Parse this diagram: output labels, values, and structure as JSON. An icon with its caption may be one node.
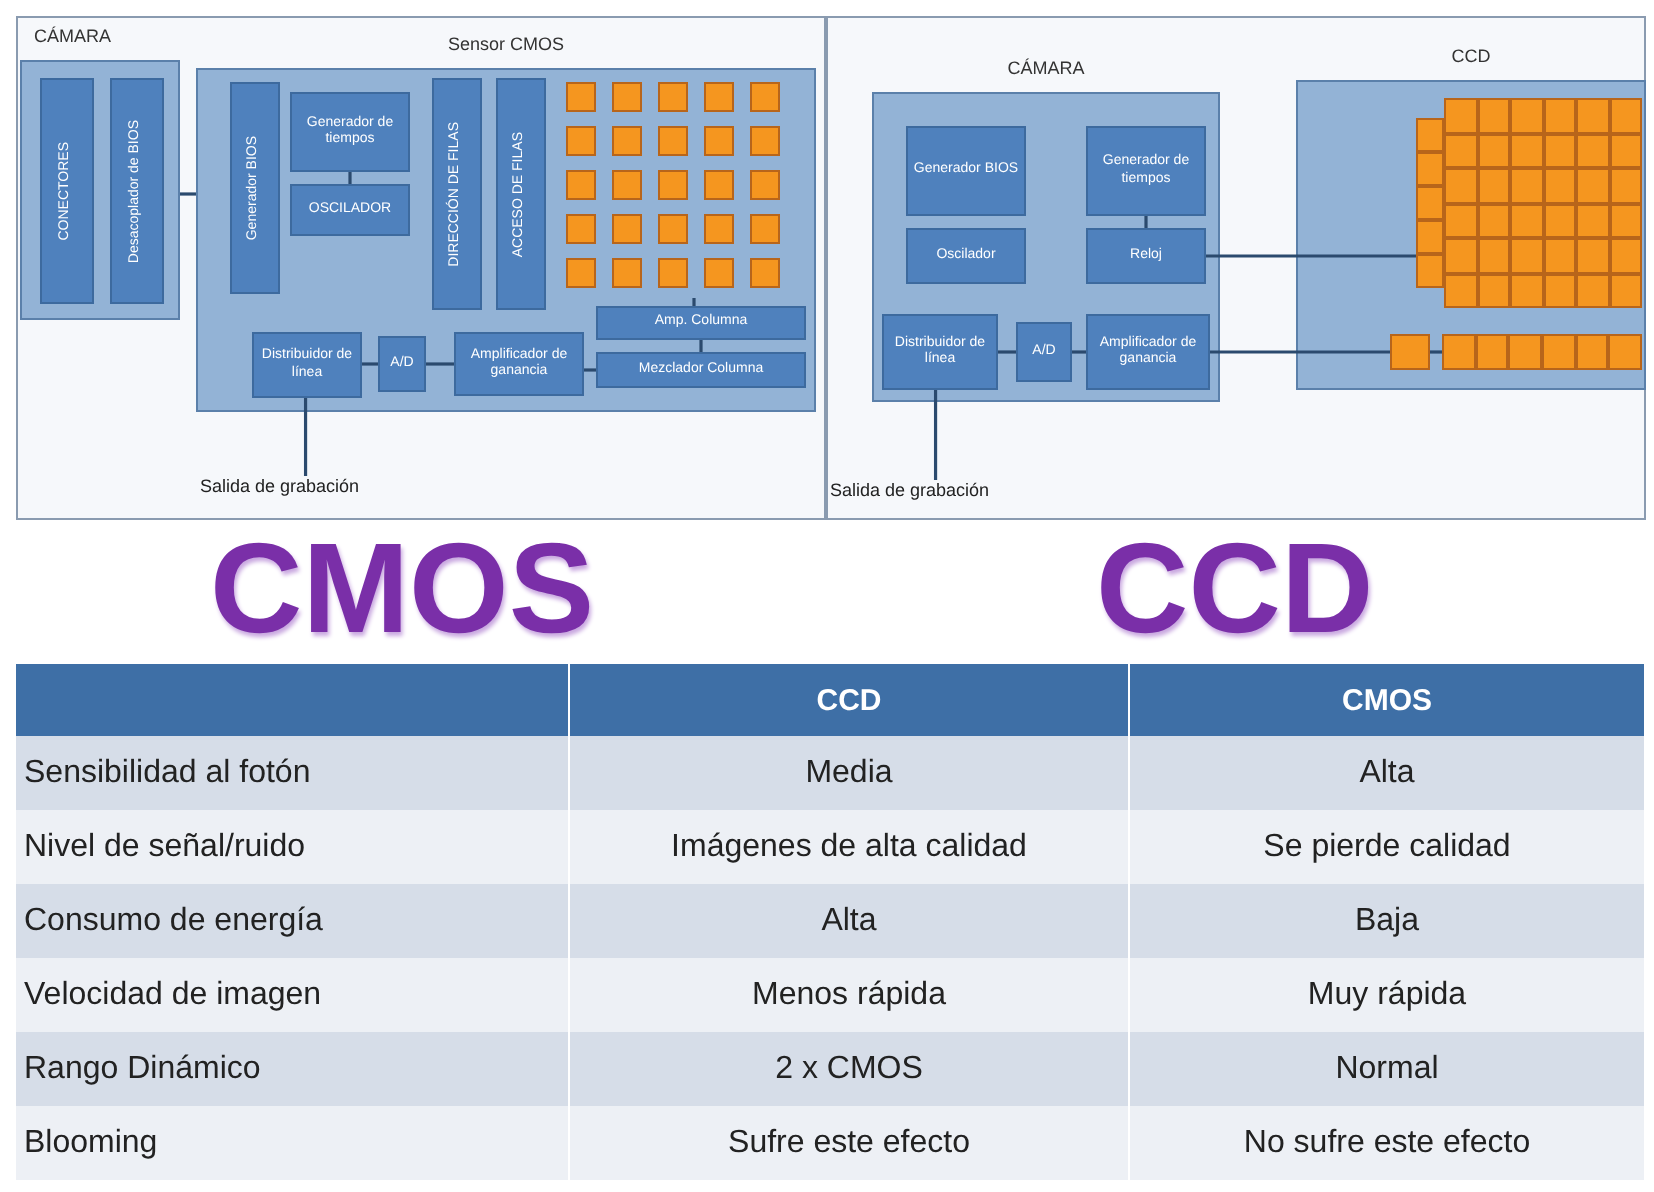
{
  "diagram": {
    "nodes": [
      {
        "text": [
          "CÁMARA"
        ]
      },
      {
        "text": [
          "CONECTORES"
        ],
        "in": 0
      },
      {
        "text": [
          "Desacoplador de BIOS"
        ],
        "in": 0
      },
      {
        "text": [
          "Sensor CMOS"
        ]
      },
      {
        "text": [
          "Generador BIOS"
        ],
        "in": 3
      },
      {
        "text": [
          "Generador de tiempos"
        ],
        "in": 3
      },
      {
        "text": [
          "OSCILADOR"
        ],
        "in": 3
      },
      {
        "text": [
          "DIRECCIÓN DE FILAS"
        ],
        "in": 3
      },
      {
        "text": [
          "ACCESO DE FILAS"
        ],
        "in": 3
      },
      {
        "text": [],
        "shape": "box",
        "in": 3
      },
      {
        "text": [
          "Amp. Columna"
        ],
        "in": 3
      },
      {
        "text": [
          "Mezclador Columna"
        ],
        "in": 3
      },
      {
        "text": [
          "Distribuidor de línea"
        ],
        "in": 3
      },
      {
        "text": [
          "A/D"
        ],
        "in": 3
      },
      {
        "text": [
          "Amplificador de ganancia"
        ],
        "in": 3
      },
      {
        "text": [
          "Salida de grabación"
        ]
      },
      {
        "text": [
          "CÁMARA"
        ]
      },
      {
        "text": [
          "Generador BIOS"
        ],
        "in": 16
      },
      {
        "text": [
          "Generador de tiempos"
        ],
        "in": 16
      },
      {
        "text": [
          "Oscilador"
        ],
        "in": 16
      },
      {
        "text": [
          "Reloj"
        ],
        "in": 16
      },
      {
        "text": [
          "Distribuidor de línea"
        ],
        "in": 16
      },
      {
        "text": [
          "A/D"
        ],
        "in": 16
      },
      {
        "text": [
          "Amplificador de ganancia"
        ],
        "in": 16
      },
      {
        "text": [
          "CCD"
        ]
      },
      {
        "text": [],
        "shape": "box",
        "in": 24
      },
      {
        "text": [],
        "shape": "box",
        "in": 24
      },
      {
        "text": [],
        "shape": "box",
        "in": 24
      },
      {
        "text": [
          "Salida de grabación"
        ]
      }
    ],
    "edges": [
      {
        "from": 0,
        "to": 3,
        "arrow": "none"
      },
      {
        "from": 5,
        "to": 6,
        "arrow": "none"
      },
      {
        "from": 9,
        "to": 10,
        "arrow": "none"
      },
      {
        "from": 10,
        "to": 11,
        "arrow": "none"
      },
      {
        "from": 12,
        "to": 13,
        "arrow": "none"
      },
      {
        "from": 13,
        "to": 14,
        "arrow": "none"
      },
      {
        "from": 14,
        "to": 11,
        "arrow": "none"
      },
      {
        "from": 12,
        "to": 15,
        "arrow": "none"
      },
      {
        "from": 18,
        "to": 20,
        "arrow": "none"
      },
      {
        "from": 21,
        "to": 22,
        "arrow": "none"
      },
      {
        "from": 22,
        "to": 23,
        "arrow": "none"
      },
      {
        "from": 20,
        "to": 25,
        "arrow": "none"
      },
      {
        "from": 23,
        "to": 26,
        "arrow": "none"
      },
      {
        "from": 26,
        "to": 27,
        "arrow": "none"
      },
      {
        "from": 21,
        "to": 28,
        "arrow": "none"
      }
    ],
    "labels": [
      "CMOS",
      "CCD",
      "CCD",
      "CMOS",
      "Sensibilidad al fotón",
      "Media",
      "Alta",
      "Nivel de señal/ruido",
      "Imágenes de alta calidad",
      "Se pierde calidad",
      "Consumo de energía",
      "Alta",
      "Baja",
      "Velocidad de imagen",
      "Menos rápida",
      "Muy rápida",
      "Rango Dinámico",
      "2 x CMOS",
      "Normal",
      "Blooming",
      "Sufre este efecto",
      "No sufre este efecto"
    ]
  }
}
